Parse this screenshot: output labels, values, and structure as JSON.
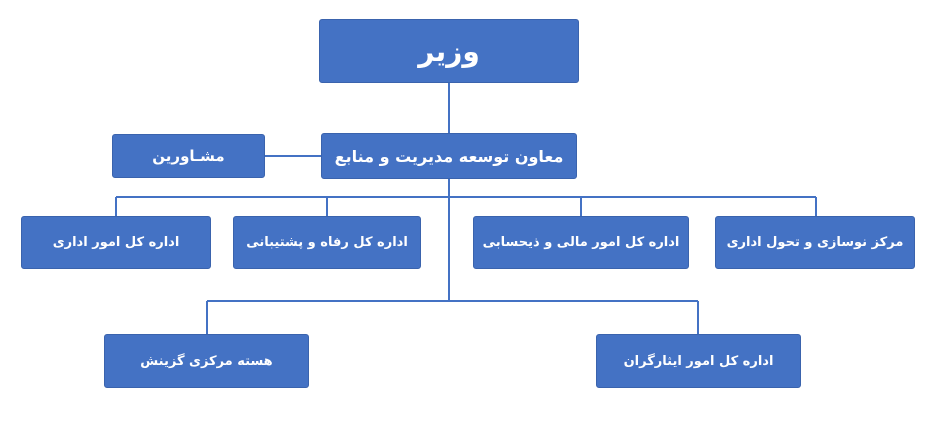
{
  "chart": {
    "minister": "وزیر",
    "deputy": "معاون توسعه مدیریت و منابع",
    "advisors": "مشـاورین",
    "units": {
      "admin_affairs": "اداره کل امور اداری",
      "welfare": "اداره کل رفاه و پشتیبانی",
      "finance": "اداره کل امور مالی و ذیحسابی",
      "renewal": "مرکز نوسازی و تحول اداری",
      "selection": "هسته مرکزی گزینش",
      "veterans": "اداره کل امور ایثارگران"
    }
  },
  "colors": {
    "box_fill": "#4472c4",
    "box_border": "#3a63ad",
    "connector": "#4472c4",
    "text": "#ffffff"
  }
}
